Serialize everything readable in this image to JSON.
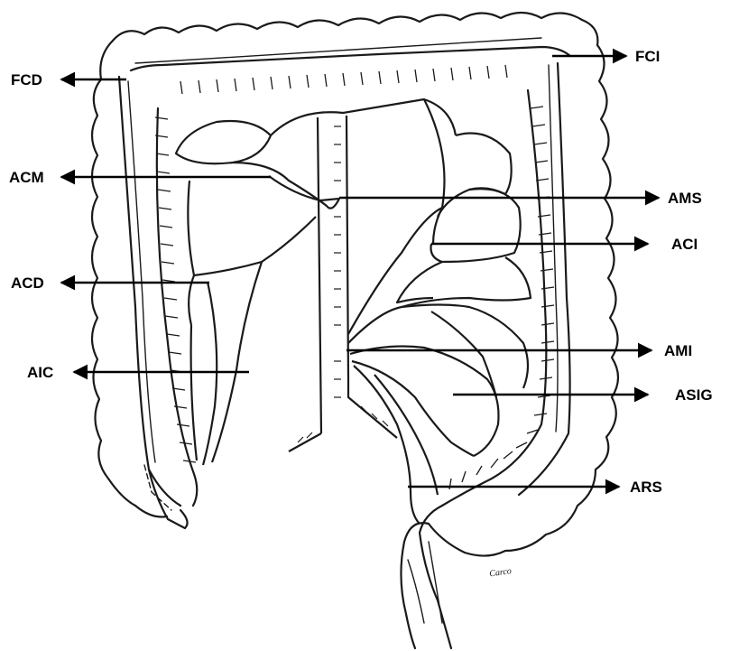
{
  "labels": {
    "fcd": "FCD",
    "fci": "FCI",
    "acm": "ACM",
    "ams": "AMS",
    "aci": "ACI",
    "acd": "ACD",
    "ami": "AMI",
    "aic": "AIC",
    "asig": "ASIG",
    "ars": "ARS"
  },
  "signature": "Carco"
}
